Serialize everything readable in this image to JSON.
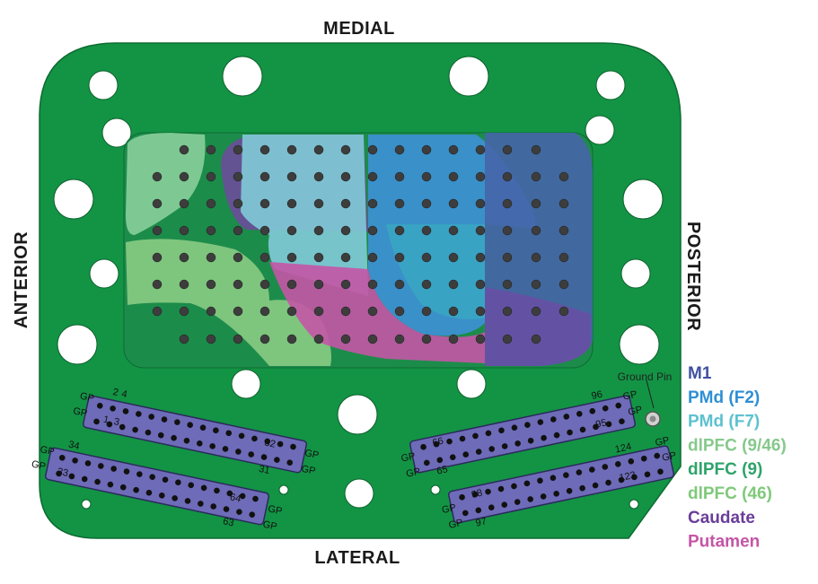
{
  "orientation": {
    "top": "MEDIAL",
    "bottom": "LATERAL",
    "left": "ANTERIOR",
    "right": "POSTERIOR"
  },
  "ground_pin_label": "Ground Pin",
  "legend": [
    {
      "label": "M1",
      "color": "#3f51a0"
    },
    {
      "label": "PMd (F2)",
      "color": "#2f8fd3"
    },
    {
      "label": "PMd (F7)",
      "color": "#5cc2cf"
    },
    {
      "label": "dlPFC (9/46)",
      "color": "#86c98c"
    },
    {
      "label": "dlPFC (9)",
      "color": "#2ea36a"
    },
    {
      "label": "dlPFC (46)",
      "color": "#7fc97a"
    },
    {
      "label": "Caudate",
      "color": "#6a3d9a"
    },
    {
      "label": "Putamen",
      "color": "#c455a6"
    }
  ],
  "colors": {
    "board": "#129444",
    "connector": "#6e6bb8",
    "electrode": "#3d3d3d",
    "hole": "#ffffff"
  },
  "connectors": {
    "top_left": {
      "labels": [
        "2",
        "4",
        "1",
        "3",
        "32",
        "GP",
        "GP",
        "GP",
        "31",
        "GP"
      ]
    },
    "bottom_left": {
      "labels": [
        "34",
        "33",
        "64",
        "63",
        "GP",
        "GP",
        "GP",
        "GP"
      ]
    },
    "top_right": {
      "labels": [
        "66",
        "65",
        "96",
        "95",
        "GP",
        "GP",
        "GP",
        "GP"
      ]
    },
    "bottom_right": {
      "labels": [
        "98",
        "97",
        "124",
        "123",
        "GP",
        "GP",
        "GP",
        "GP"
      ]
    }
  }
}
